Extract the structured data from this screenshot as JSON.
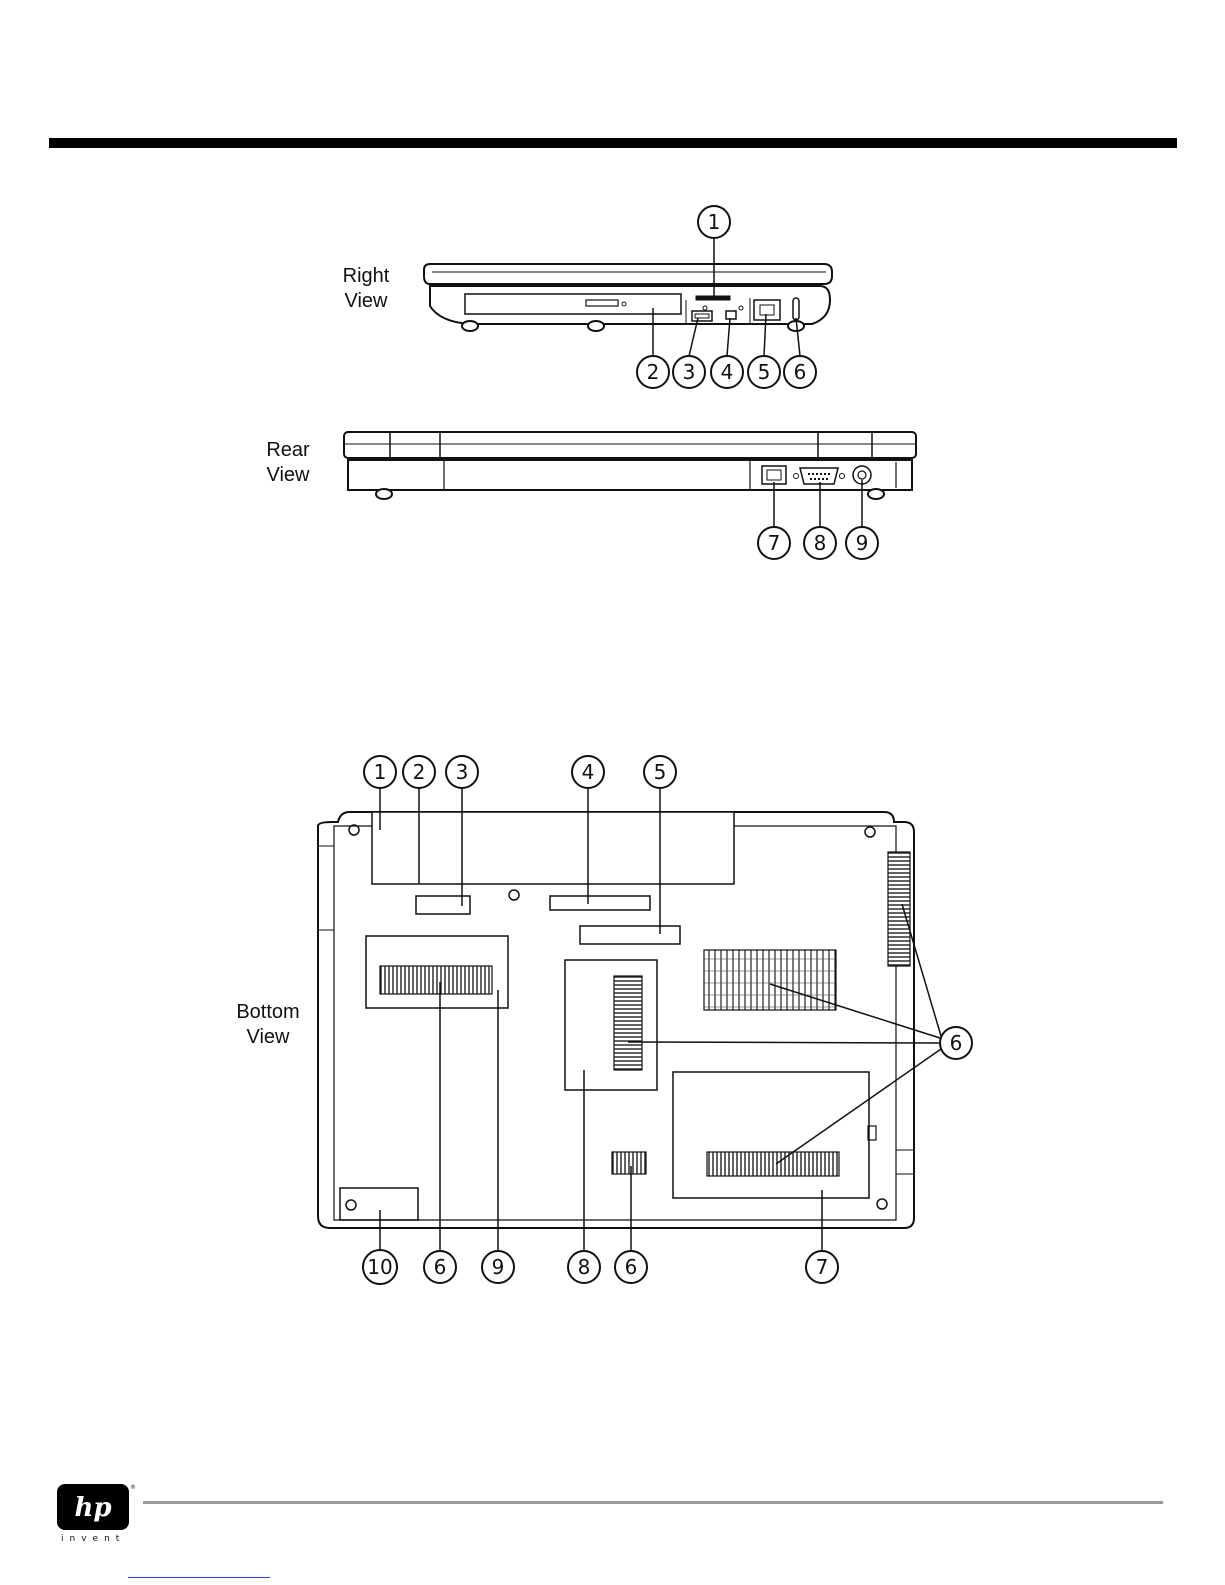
{
  "views": {
    "right": {
      "line1": "Right",
      "line2": "View"
    },
    "rear": {
      "line1": "Rear",
      "line2": "View"
    },
    "bottom": {
      "line1": "Bottom",
      "line2": "View"
    }
  },
  "callouts": {
    "right": [
      "1",
      "2",
      "3",
      "4",
      "5",
      "6"
    ],
    "rear": [
      "7",
      "8",
      "9"
    ],
    "bottom_top": [
      "1",
      "2",
      "3",
      "4",
      "5"
    ],
    "bottom_side": [
      "6"
    ],
    "bottom_bottom": [
      "10",
      "6",
      "9",
      "8",
      "6",
      "7"
    ]
  },
  "logo": {
    "mark": "hp",
    "tagline": "invent",
    "registered": "®"
  },
  "colors": {
    "ink": "#111111",
    "rule": "#000000",
    "footer_rule": "#9a9a9a",
    "link": "#2244cc"
  }
}
